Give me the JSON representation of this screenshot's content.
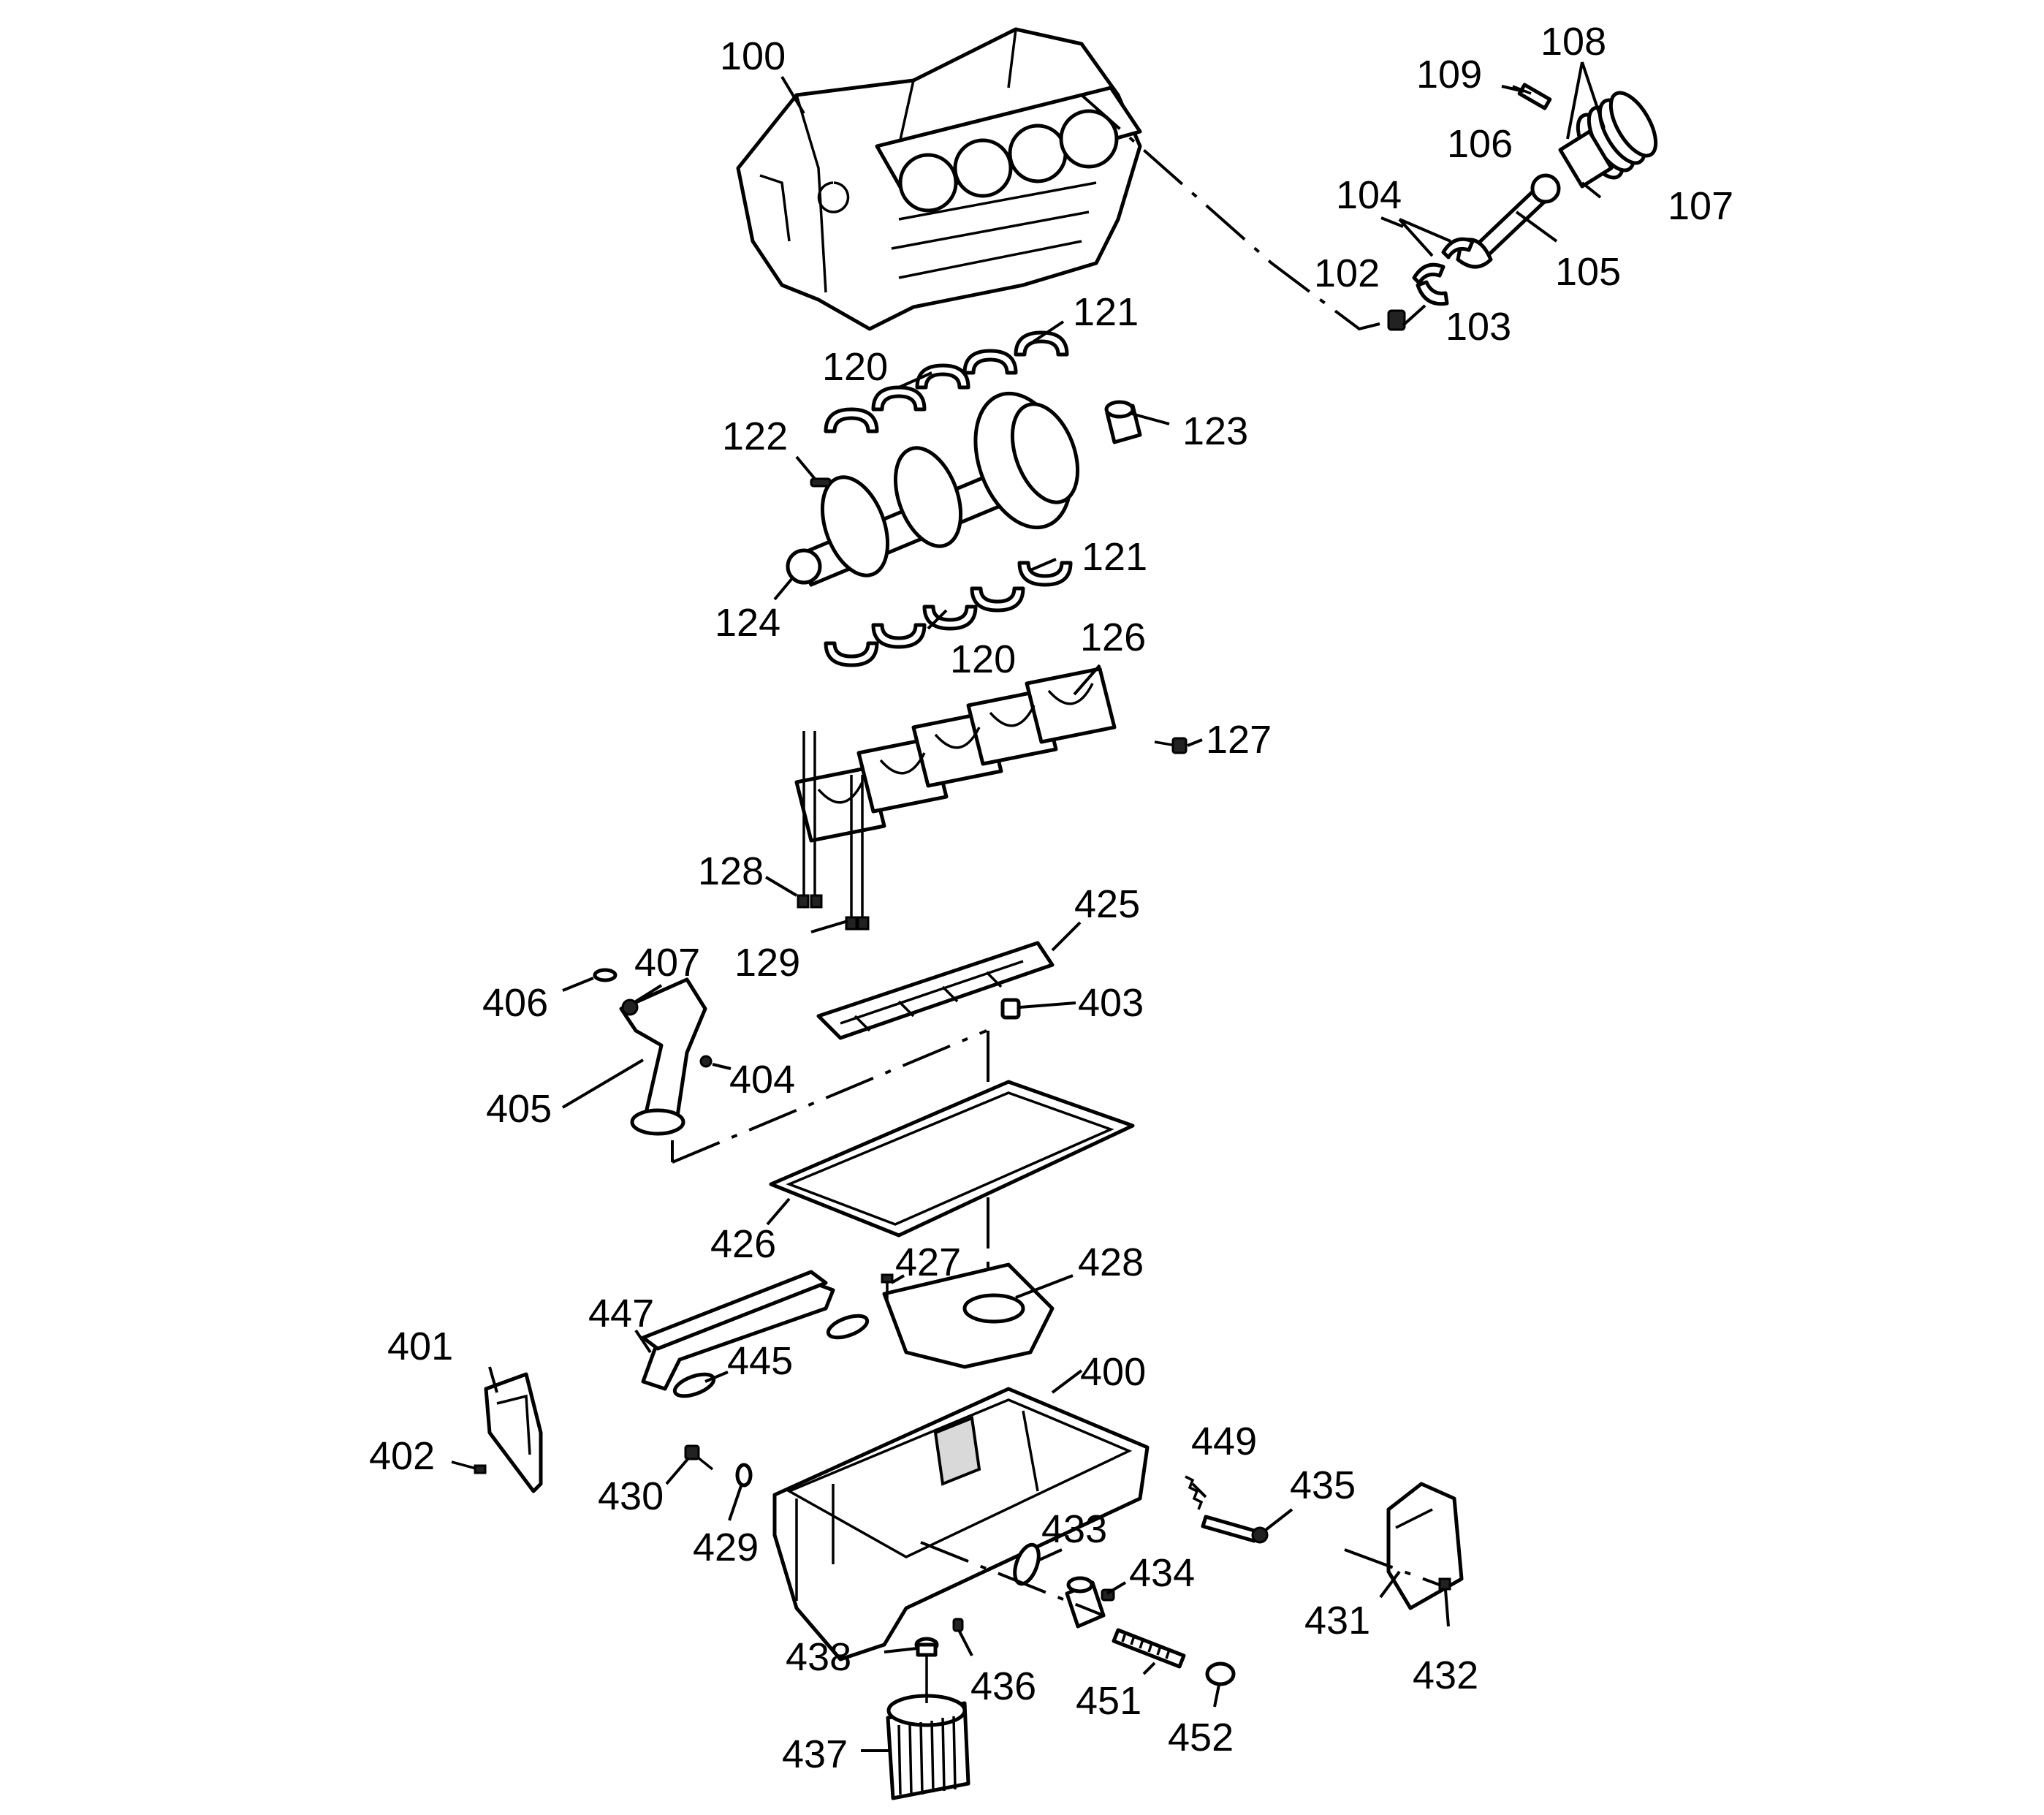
{
  "labels": {
    "l100": "100",
    "l102": "102",
    "l103": "103",
    "l104": "104",
    "l105": "105",
    "l106": "106",
    "l107": "107",
    "l108": "108",
    "l109": "109",
    "l120a": "120",
    "l120b": "120",
    "l121a": "121",
    "l121b": "121",
    "l122": "122",
    "l123": "123",
    "l124": "124",
    "l126": "126",
    "l127": "127",
    "l128": "128",
    "l129": "129",
    "l400": "400",
    "l401": "401",
    "l402": "402",
    "l403": "403",
    "l404": "404",
    "l405": "405",
    "l406": "406",
    "l407": "407",
    "l425": "425",
    "l426": "426",
    "l427": "427",
    "l428": "428",
    "l429": "429",
    "l430": "430",
    "l431": "431",
    "l432": "432",
    "l433": "433",
    "l434": "434",
    "l435": "435",
    "l436": "436",
    "l437": "437",
    "l438": "438",
    "l445": "445",
    "l447": "447",
    "l449": "449",
    "l451": "451",
    "l452": "452"
  }
}
